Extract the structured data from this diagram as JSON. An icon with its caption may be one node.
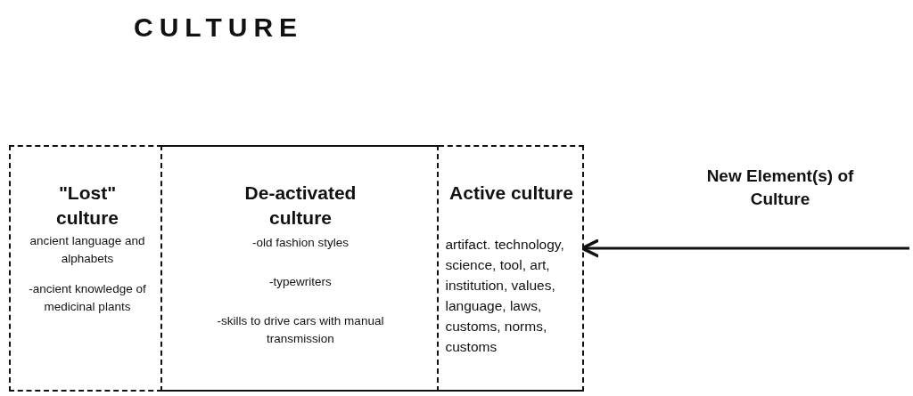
{
  "diagram": {
    "title": "CULTURE",
    "nodes": [
      {
        "text": [
          "\"Lost\" culture",
          "ancient language and alphabets",
          "-ancient knowledge of medicinal plants"
        ]
      },
      {
        "text": [
          "De-activated culture",
          "-old fashion styles",
          "-typewriters",
          "-skills to drive cars with manual transmission"
        ]
      },
      {
        "text": [
          "Active culture",
          "artifact. technology, science, tool, art, institution, values, language, laws, customs, norms, customs"
        ]
      }
    ],
    "edges": [
      {
        "from": null,
        "to": 2,
        "arrow": "to",
        "label": "New Element(s) of Culture"
      }
    ]
  }
}
